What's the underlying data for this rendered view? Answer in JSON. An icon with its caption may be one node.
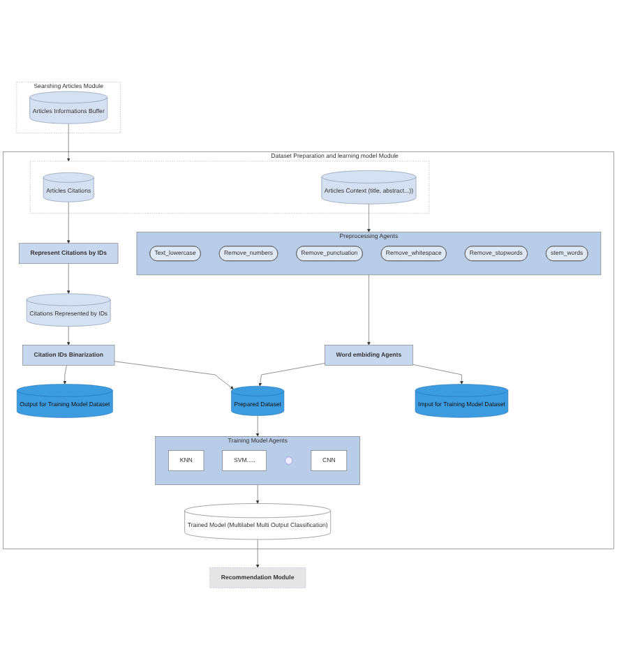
{
  "diagram": {
    "nodes": [
      {
        "text": [
          "Searshing Articles Module"
        ]
      },
      {
        "text": [
          "Articles Informations Buffer"
        ],
        "in": 0
      },
      {
        "text": [
          "Dataset Preparation and learning model Module"
        ]
      },
      {
        "text": [],
        "shape": "box",
        "in": 2
      },
      {
        "text": [
          "Articles Citations"
        ],
        "in": 3
      },
      {
        "text": [
          "Articles Context (title, abstract...))"
        ],
        "in": 3
      },
      {
        "text": [
          "Preprocessing Agents"
        ],
        "in": 2
      },
      {
        "text": [
          "Text_lowercase"
        ],
        "in": 6
      },
      {
        "text": [
          "Remove_numbers"
        ],
        "in": 6
      },
      {
        "text": [
          "Remove_punctuation"
        ],
        "in": 6
      },
      {
        "text": [
          "Remove_whitespace"
        ],
        "in": 6
      },
      {
        "text": [
          "Remove_stopwords"
        ],
        "in": 6
      },
      {
        "text": [
          "stem_words"
        ],
        "in": 6
      },
      {
        "text": [
          "Represent Citations by IDs"
        ],
        "in": 2
      },
      {
        "text": [
          "Citations Represented by IDs"
        ],
        "in": 2
      },
      {
        "text": [
          "Citation IDs Binarization"
        ],
        "in": 2
      },
      {
        "text": [
          "Word embiding Agents"
        ],
        "in": 2
      },
      {
        "text": [
          "Output for Training Model Dataset"
        ],
        "in": 2
      },
      {
        "text": [
          "Prepared Dataset"
        ],
        "in": 2
      },
      {
        "text": [
          "Imput for Training Model Dataset"
        ],
        "in": 2
      },
      {
        "text": [
          "Training Model Agents"
        ],
        "in": 2
      },
      {
        "text": [
          "KNN"
        ],
        "in": 20
      },
      {
        "text": [
          "SVM....."
        ],
        "in": 20
      },
      {
        "text": [],
        "shape": "person",
        "in": 20
      },
      {
        "text": [
          "CNN"
        ],
        "in": 20
      },
      {
        "text": [
          "Trained Model (Multilabel Multi Output Classification)"
        ],
        "in": 2
      },
      {
        "text": [
          "Recommendation Module"
        ]
      }
    ],
    "edges": [
      {
        "from": 1,
        "to": 3,
        "arrow": "to"
      },
      {
        "from": 4,
        "to": 13,
        "arrow": "to"
      },
      {
        "from": 5,
        "to": 6,
        "arrow": "to"
      },
      {
        "from": 13,
        "to": 14,
        "arrow": "to"
      },
      {
        "from": 14,
        "to": 15,
        "arrow": "to"
      },
      {
        "from": 6,
        "to": 16,
        "arrow": "to"
      },
      {
        "from": 15,
        "to": 17,
        "arrow": "to"
      },
      {
        "from": 15,
        "to": 18,
        "arrow": "to"
      },
      {
        "from": 16,
        "to": 18,
        "arrow": "to"
      },
      {
        "from": 16,
        "to": 19,
        "arrow": "to"
      },
      {
        "from": 18,
        "to": 20,
        "arrow": "to"
      },
      {
        "from": 20,
        "to": 25,
        "arrow": "to"
      },
      {
        "from": 25,
        "to": 26,
        "arrow": "to"
      }
    ]
  }
}
